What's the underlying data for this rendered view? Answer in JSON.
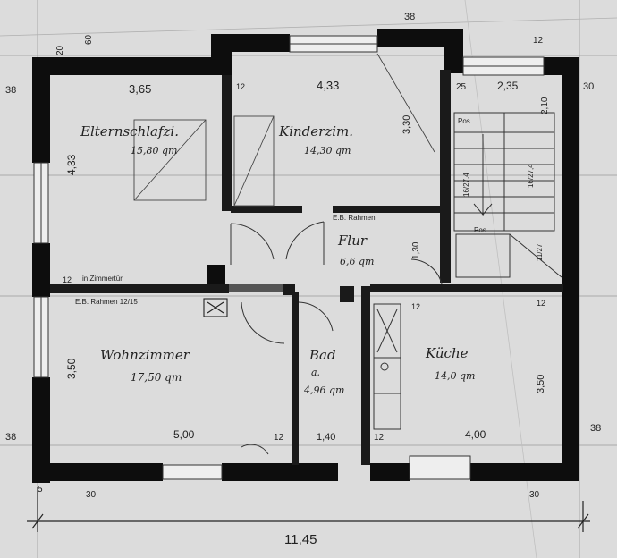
{
  "rooms": {
    "eltern": {
      "name": "Elternschlafzi.",
      "area": "15,80 qm",
      "width": "3,65",
      "depth": "4,33"
    },
    "kinder": {
      "name": "Kinderzim.",
      "area": "14,30 qm",
      "width": "4,33",
      "depth": "3,30"
    },
    "flur": {
      "name": "Flur",
      "area": "6,6 qm",
      "depth": "1,30"
    },
    "wohn": {
      "name": "Wohnzimmer",
      "area": "17,50 qm",
      "width": "5,00",
      "depth": "3,50"
    },
    "bad": {
      "name": "Bad",
      "sub": "a.",
      "area": "4,96 qm",
      "width": "1,40"
    },
    "kueche": {
      "name": "Küche",
      "area": "14,0 qm",
      "width": "4,00",
      "depth": "3,50"
    },
    "treppe": {
      "width": "2,35",
      "depth": "2,10"
    }
  },
  "dims": {
    "overall_width": "11,45",
    "wall_38_a": "38",
    "wall_38_b": "38",
    "wall_38_c": "38",
    "wall_30_a": "30",
    "wall_30_b": "30",
    "wall_30_c": "30",
    "wall_38_top": "38",
    "wall_12_a": "12",
    "wall_12_b": "12",
    "wall_12_c": "12",
    "wall_12_d": "12",
    "wall_12_e": "12",
    "wall_25": "25",
    "wall_60": "60",
    "wall_20": "20",
    "wall_5": "5",
    "wall_12_f": "12",
    "wall_12_g": "12"
  },
  "notes": {
    "rahmen_links": "E.B. Rahmen 12/15",
    "rahmen_flur": "E.B. Rahmen",
    "zimmer": "in Zimmertür",
    "pos": "Pos.",
    "pos_num": "Pos.",
    "stair_1": "16/27,4",
    "stair_2": "16/27,4",
    "stair_3": "11/27"
  },
  "colors": {
    "paper": "#dcdcdc",
    "wall": "#0d0d0d",
    "ink": "#2a2a2a"
  }
}
